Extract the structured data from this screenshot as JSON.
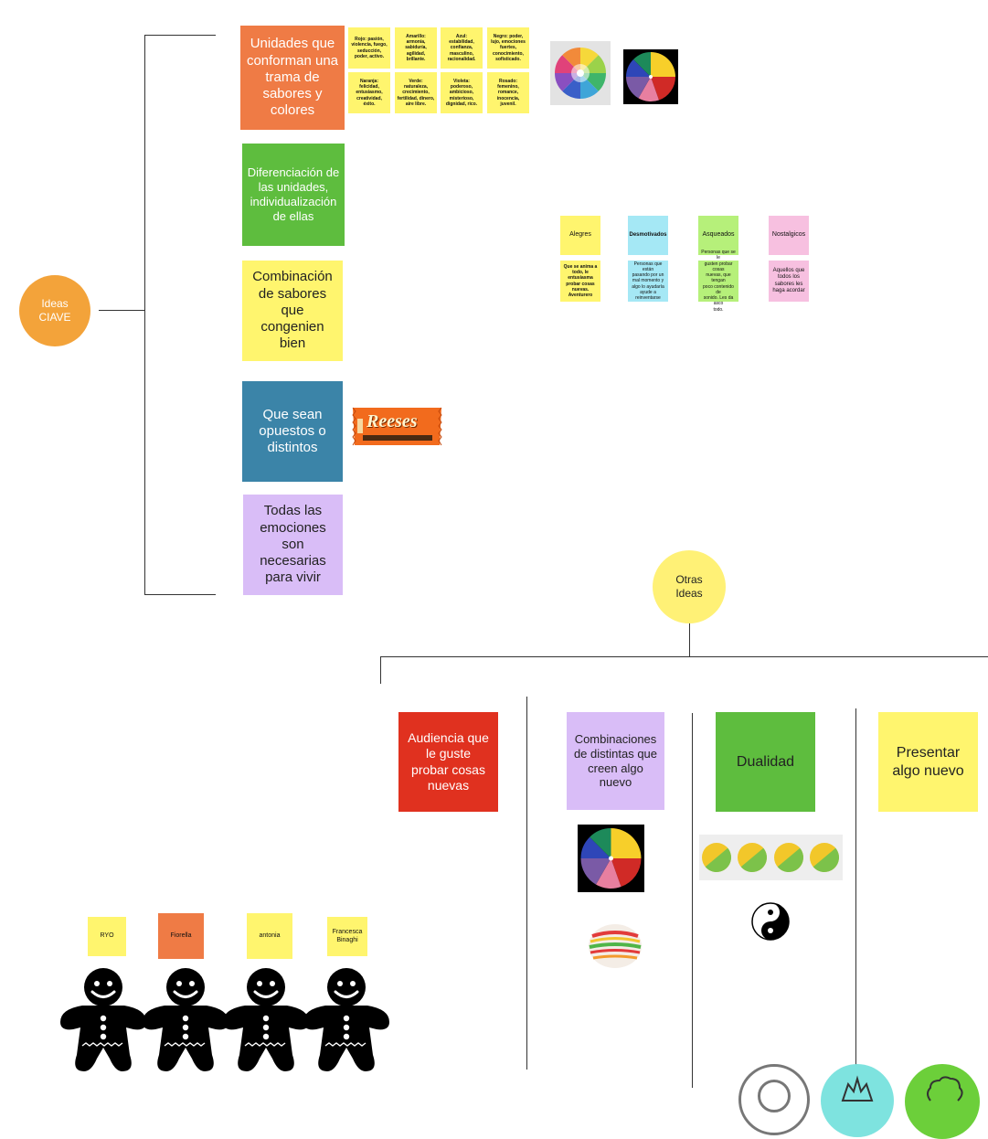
{
  "ideas_clave": {
    "label": "Ideas\nCIAVE",
    "color": "#f3a33a"
  },
  "otras_ideas": {
    "label": "Otras\nIdeas",
    "color": "#fff176"
  },
  "left_notes": [
    {
      "text": "Unidades que\nconforman una\ntrama de\nsabores y\ncolores",
      "color": "#ef7b45",
      "fg": "#ffffff"
    },
    {
      "text": "Diferenciación de\nlas unidades,\nindividualización\nde ellas",
      "color": "#5ebd3e",
      "fg": "#ffffff"
    },
    {
      "text": "Combinación\nde sabores\nque\ncongenien\nbien",
      "color": "#fff56e",
      "fg": "#222222"
    },
    {
      "text": "Que sean\nopuestos o\ndistintos",
      "color": "#3b84a8",
      "fg": "#ffffff"
    },
    {
      "text": "Todas las\nemociones\nson\nnecesarias\npara vivir",
      "color": "#d9bdf7",
      "fg": "#222222"
    }
  ],
  "color_meaning": [
    "Rojo: pasión,\nviolencia, fuego,\nseducción,\npoder, activo.",
    "Amarillo:\narmonía,\nsabiduría,\nagilidad,\nbrillante.",
    "Azul:\nestabilidad,\nconfianza,\nmasculino,\nracionalidad.",
    "Negro: poder,\nlujo, emociones\nfuertes,\nconocimiento,\nsofisticado.",
    "Naranja:\nfelicidad,\nentusiasmo,\ncreatividad,\néxito.",
    "Verde:\nnaturaleza,\ncrecimiento,\nfertilidad, dinero,\naire libre.",
    "Violeta:\npoderoso,\nambicioso,\nmisterioso,\ndignidad, rico.",
    "Rosado:\nfemenino,\nromance,\ninocencia,\njuvenil."
  ],
  "moods": [
    {
      "title": "Alegres",
      "desc": "Que se anima a\ntodo, le\nentusiasma\nprobar cosas\nnuevas.\nAventurero",
      "color": "#fff56e"
    },
    {
      "title": "Desmotivados",
      "desc": "Personas que están\npasando por un\nmal momento y\nalgo lo ayudaría\nayude a\nreinventarse",
      "color": "#a5e8f5"
    },
    {
      "title": "Asqueados",
      "desc": "Personas que se le\ngusten probar cosas\nnuevas, que tengan\npoco contenido de\nsonido. Les da asco\ntodo.",
      "color": "#b6f07a"
    },
    {
      "title": "Nostalgicos",
      "desc": "Aquellos que\ntodos los\nsabores les\nhaga acordar",
      "color": "#f7c0e0"
    }
  ],
  "reeses": {
    "brand": "Reeses"
  },
  "otras_notes": [
    {
      "text": "Audiencia que\nle guste\nprobar cosas\nnuevas",
      "color": "#e0311f",
      "fg": "#ffffff"
    },
    {
      "text": "Combinaciones\nde distintas que\ncreen algo\nnuevo",
      "color": "#d9bdf7",
      "fg": "#222222"
    },
    {
      "text": "Dualidad",
      "color": "#5ebd3e",
      "fg": "#222222"
    },
    {
      "text": "Presentar\nalgo nuevo",
      "color": "#fff56e",
      "fg": "#222222"
    }
  ],
  "team": [
    {
      "name": "RYO",
      "color": "#fff56e"
    },
    {
      "name": "Fiorella",
      "color": "#ef7b45"
    },
    {
      "name": "antonia",
      "color": "#fff56e"
    },
    {
      "name": "Francesca\nBinaghi",
      "color": "#fff56e"
    }
  ],
  "wheel_colors": [
    "#f7cf2a",
    "#d02a26",
    "#e87fa0",
    "#7a5aa6",
    "#2e46b8",
    "#1d8a5a"
  ]
}
